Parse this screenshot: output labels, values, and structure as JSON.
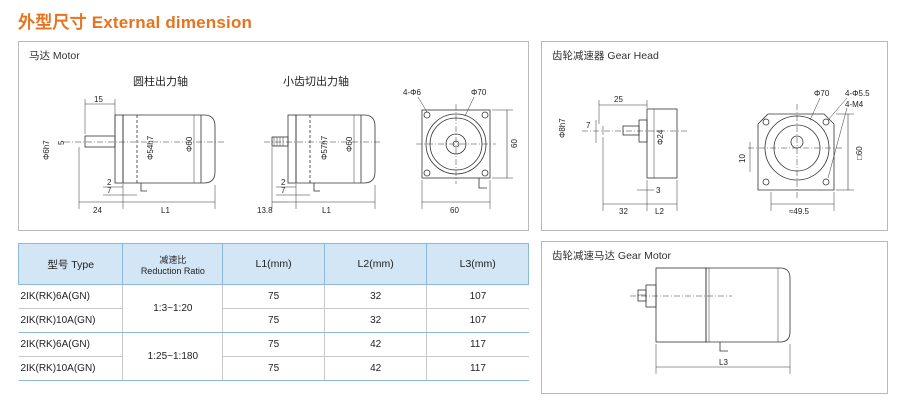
{
  "page_title": "外型尺寸 External dimension",
  "motor_panel": {
    "label": "马达 Motor",
    "caption_round_shaft": "圆柱出力轴",
    "caption_gear_shaft": "小齿切出力轴",
    "round_shaft_dims": {
      "shaft_len": "15",
      "shaft_dia": "Φ6h7",
      "flat": "5",
      "pilot": "Φ54h7",
      "body_dia": "Φ60",
      "d2": "2",
      "d7": "7",
      "d24": "24",
      "l1": "L1"
    },
    "gear_shaft_dims": {
      "pilot": "Φ57h7",
      "body_dia": "Φ60",
      "d2": "2",
      "d7": "7",
      "d138": "13.8",
      "l1": "L1"
    },
    "front_dims": {
      "holes": "4-Φ6",
      "pcd": "Φ70",
      "height": "60",
      "width": "60"
    }
  },
  "gear_head_panel": {
    "label": "齿轮减速器 Gear Head",
    "side_dims": {
      "shaft_len": "25",
      "shaft_dia": "Φ8h7",
      "key": "7",
      "boss": "Φ24",
      "d3": "3",
      "d32": "32",
      "l2": "L2"
    },
    "front_dims": {
      "pcd": "Φ70",
      "holes": "4-Φ5.5",
      "tap": "4-M4",
      "square": "□60",
      "d10": "10",
      "pilot": "≈49.5"
    }
  },
  "gear_motor_panel": {
    "label": "齿轮减速马达 Gear Motor",
    "dim_l3": "L3"
  },
  "spec_table": {
    "headers": {
      "type_cn": "型号",
      "type_en": "Type",
      "ratio_cn": "减速比",
      "ratio_en": "Reduction Ratio",
      "l1": "L1(mm)",
      "l2": "L2(mm)",
      "l3": "L3(mm)"
    },
    "rows": [
      {
        "type": "2IK(RK)6A(GN)",
        "ratio": "1:3~1:20",
        "l1": "75",
        "l2": "32",
        "l3": "107"
      },
      {
        "type": "2IK(RK)10A(GN)",
        "ratio": "",
        "l1": "75",
        "l2": "32",
        "l3": "107"
      },
      {
        "type": "2IK(RK)6A(GN)",
        "ratio": "1:25~1:180",
        "l1": "75",
        "l2": "42",
        "l3": "117"
      },
      {
        "type": "2IK(RK)10A(GN)",
        "ratio": "",
        "l1": "75",
        "l2": "42",
        "l3": "117"
      }
    ]
  },
  "colors": {
    "title": "#e8731e",
    "table_header": "#d3e6f5",
    "panel_border": "#b9b9b9"
  }
}
